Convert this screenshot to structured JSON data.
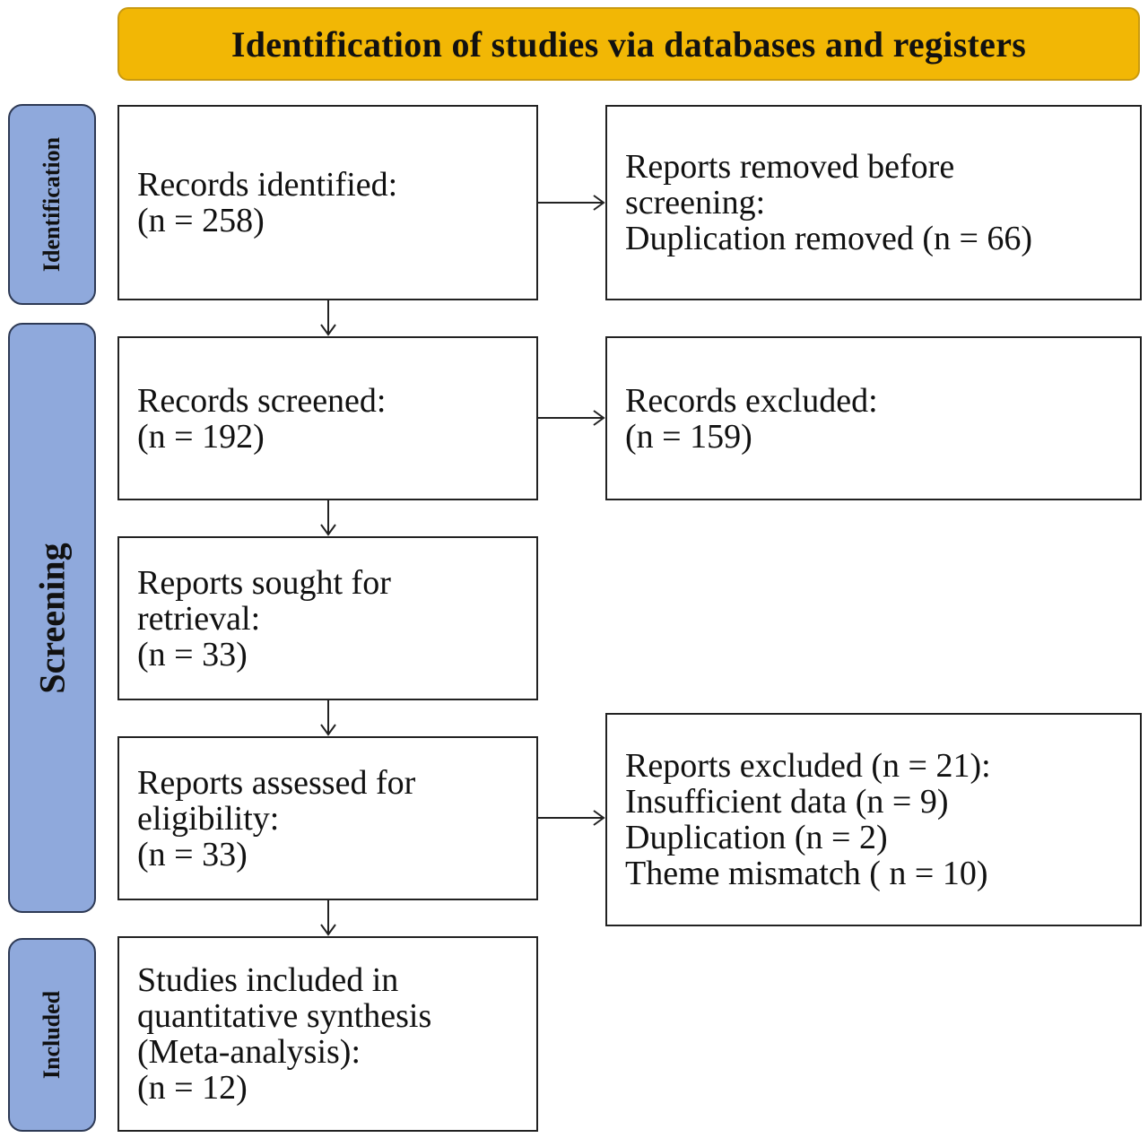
{
  "banner": {
    "title": "Identification of studies via databases and registers",
    "color": "#f2b705"
  },
  "stages": {
    "identification": "Identification",
    "screening": "Screening",
    "included": "Included",
    "color": "#8fa9dc"
  },
  "boxes": {
    "records_identified": {
      "lines": [
        "Records identified:",
        "(n = 258)"
      ]
    },
    "reports_removed": {
      "lines": [
        "Reports removed before",
        "screening:",
        "Duplication removed (n = 66)"
      ]
    },
    "records_screened": {
      "lines": [
        "Records screened:",
        "(n = 192)"
      ]
    },
    "records_excluded": {
      "lines": [
        "Records excluded:",
        "(n = 159)"
      ]
    },
    "reports_sought": {
      "lines": [
        "Reports sought for",
        "retrieval:",
        "(n = 33)"
      ]
    },
    "reports_assessed": {
      "lines": [
        "Reports assessed for",
        "eligibility:",
        "(n = 33)"
      ]
    },
    "reports_excluded": {
      "lines": [
        "Reports excluded (n = 21):",
        "Insufficient data (n = 9)",
        "Duplication (n = 2)",
        "Theme mismatch ( n = 10)"
      ]
    },
    "studies_included": {
      "lines": [
        "Studies included in",
        "quantitative synthesis",
        "(Meta-analysis):",
        "(n = 12)"
      ]
    }
  }
}
